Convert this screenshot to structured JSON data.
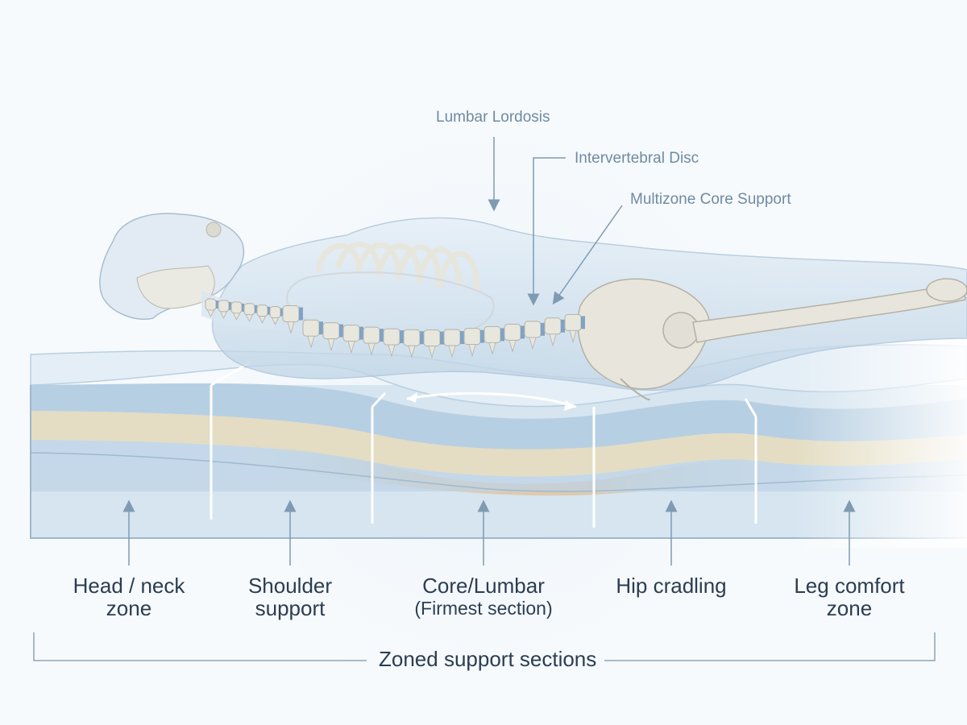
{
  "callouts": {
    "lumbar_lordosis": "Lumbar Lordosis",
    "intervertebral_disc": "Intervertebral Disc",
    "multizone_core": "Multizone Core Support"
  },
  "zones": [
    {
      "line1": "Head / neck",
      "line2": "zone"
    },
    {
      "line1": "Shoulder",
      "line2": "support"
    },
    {
      "line1": "Core/Lumbar",
      "line2": "(Firmest section)"
    },
    {
      "line1": "Hip cradling",
      "line2": ""
    },
    {
      "line1": "Leg comfort",
      "line2": "zone"
    }
  ],
  "caption": "Zoned support sections",
  "colors": {
    "label_text": "#2b3d52",
    "callout_text": "#6f8aa3",
    "arrow": "#7f9bb2",
    "mattress_top": "#cfe0ee",
    "mattress_blue_layer": "#a9c6dd",
    "mattress_tan_layer": "#e2dcc0",
    "mattress_core_orange": "#e3c9ab",
    "body_translucent": "#d6e4f0",
    "bone": "#e8e7de",
    "disc": "#7fa3c7"
  }
}
